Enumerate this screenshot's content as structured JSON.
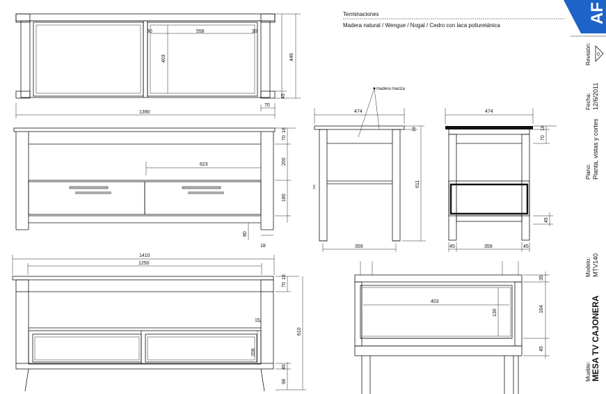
{
  "terminaciones": {
    "label": "Terminaciones",
    "text": "Madera natural / Wengue / Nogal  / Cedro con laca poliuretánica"
  },
  "annotation": "madera maciza",
  "title_block": {
    "mueble_label": "Mueble:",
    "mueble_value": "MESA TV CAJONERA",
    "modelo_label": "Modelo:",
    "modelo_value": "MTV140",
    "plano_label": "Plano:",
    "plano_value": "Planta, vistas y cortes",
    "fecha_label": "Fecha:",
    "fecha_value": "12/6/2011",
    "revision_label": "Revisión:",
    "revision_value": "0",
    "logo_text": "AF"
  },
  "dims": {
    "plan": {
      "d30a": "30",
      "d558": "558",
      "d30b": "30",
      "d403": "403",
      "d449": "449",
      "d45": "45",
      "d1390": "1390",
      "d70": "70"
    },
    "front": {
      "d18": "18",
      "d70": "70",
      "d623": "623",
      "d200": "200",
      "d180": "180",
      "d80": "80",
      "d18b": "18"
    },
    "side": {
      "d474": "474",
      "d611": "611",
      "d359": "359"
    },
    "section": {
      "d474": "474",
      "d70": "70",
      "d18": "18",
      "d45": "45",
      "d45a": "45",
      "d359": "359",
      "d45b": "45"
    },
    "back": {
      "d1410": "1410",
      "d1250": "1250",
      "d18": "18",
      "d70": "70",
      "d15": "15",
      "d610": "610",
      "d209": "209",
      "d45": "45",
      "d98": "98"
    },
    "drawer": {
      "d403": "403",
      "d130": "130",
      "d35": "35",
      "d164": "164",
      "d45": "45"
    }
  }
}
